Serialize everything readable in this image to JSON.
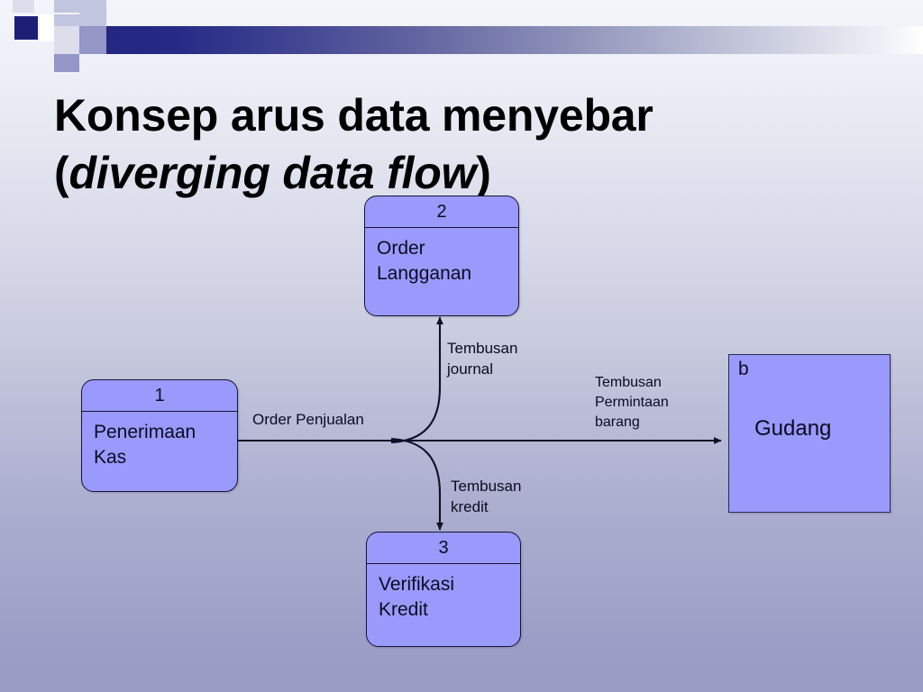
{
  "slide": {
    "title_line1": "Konsep arus data menyebar",
    "title_paren_open": "(",
    "title_italic": "diverging data flow",
    "title_paren_close": ")",
    "background_top_color": "#f4f5fa",
    "background_bottom_color": "#9a9cc6",
    "accent_color": "#22257e",
    "shape_fill_color": "#9a9afc",
    "shape_stroke_color": "#151538"
  },
  "diagram": {
    "type": "data-flow-diagram",
    "processes": [
      {
        "id": "1",
        "name": "Penerimaan\nKas"
      },
      {
        "id": "2",
        "name": "Order\nLangganan"
      },
      {
        "id": "3",
        "name": "Verifikasi\nKredit"
      }
    ],
    "entities": [
      {
        "id": "b",
        "name": "Gudang"
      }
    ],
    "flows": [
      {
        "label": "Order Penjualan",
        "from": "1",
        "to": "branch"
      },
      {
        "label": "Tembusan\njournal",
        "from": "branch",
        "to": "2"
      },
      {
        "label": "Tembusan\nkredit",
        "from": "branch",
        "to": "3"
      },
      {
        "label": "Tembusan\nPermintaan\nbarang",
        "from": "branch",
        "to": "b"
      }
    ]
  }
}
